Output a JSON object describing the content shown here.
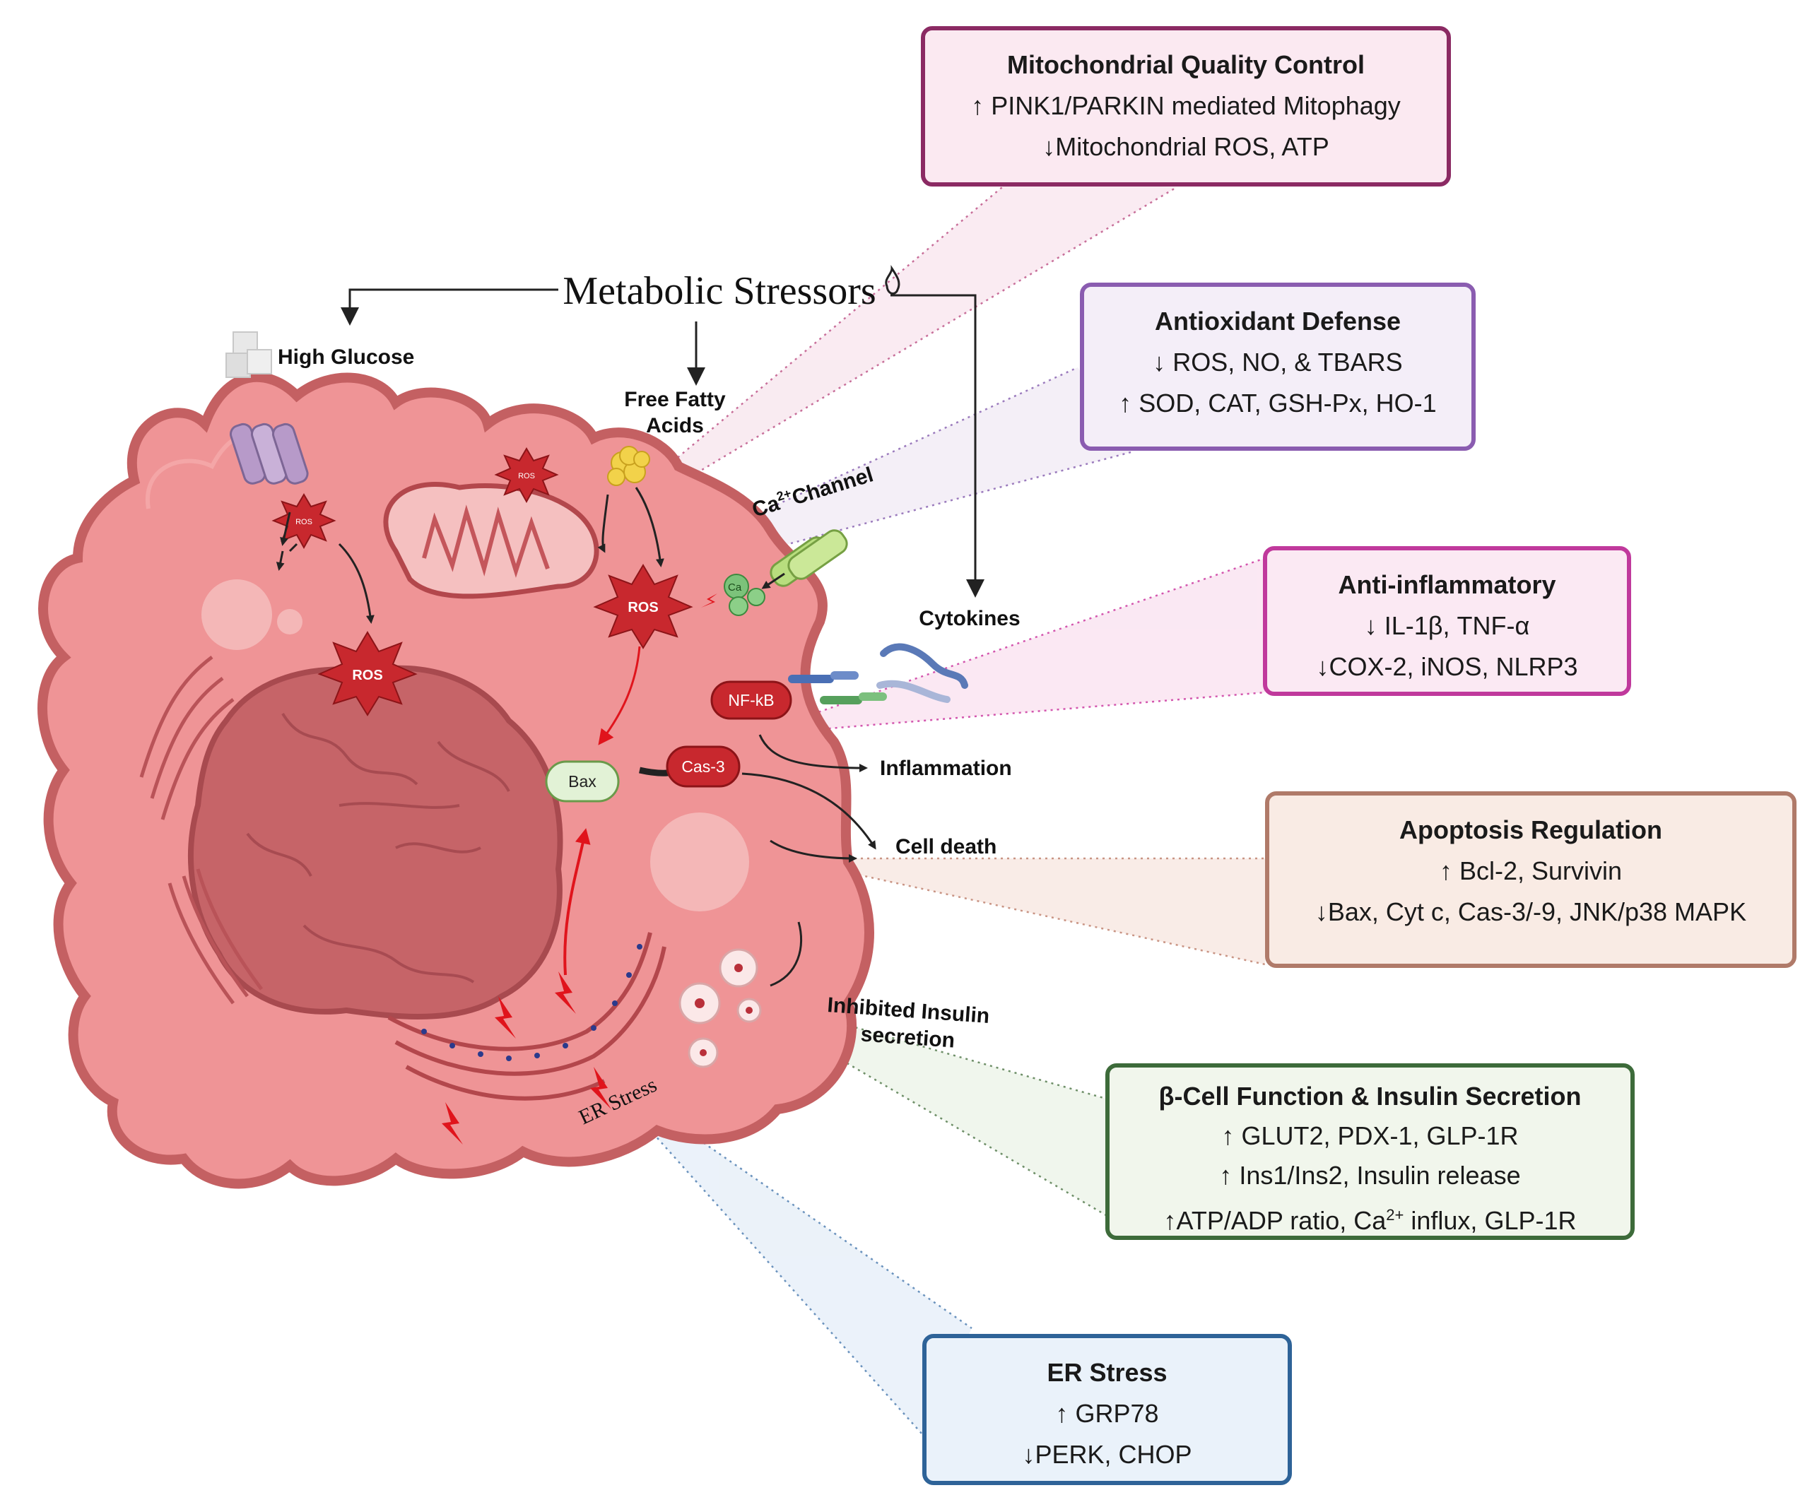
{
  "title": "Metabolic Stressors",
  "stressors": {
    "high_glucose": "High Glucose",
    "ffa_line1": "Free Fatty",
    "ffa_line2": "Acids",
    "cytokines": "Cytokines",
    "ca_channel_prefix": "Ca",
    "ca_channel_sup": "2+",
    "ca_channel_suffix": "Channel"
  },
  "cell_labels": {
    "ros": "ROS",
    "nfkb": "NF-kB",
    "bax": "Bax",
    "cas3": "Cas-3",
    "inflammation": "Inflammation",
    "cell_death": "Cell death",
    "inhibited_line1": "Inhibited Insulin",
    "inhibited_line2": "secretion",
    "er_stress": "ER Stress",
    "ca_ion": "Ca"
  },
  "boxes": {
    "mito": {
      "title": "Mitochondrial Quality Control",
      "line1": "↑ PINK1/PARKIN mediated Mitophagy",
      "line2": "↓Mitochondrial ROS, ATP",
      "border": "#8b2a63",
      "fill": "#fbe9f1"
    },
    "antiox": {
      "title": "Antioxidant Defense",
      "line1": "↓ ROS, NO, & TBARS",
      "line2": "↑ SOD, CAT, GSH-Px, HO-1",
      "border": "#8a5cb0",
      "fill": "#f4eef8"
    },
    "antiinf": {
      "title": "Anti-inflammatory",
      "line1": "↓ IL-1β, TNF-α",
      "line2": "↓COX-2, iNOS, NLRP3",
      "border": "#c0399c",
      "fill": "#fbe9f3"
    },
    "apop": {
      "title": "Apoptosis Regulation",
      "line1": "↑ Bcl-2, Survivin",
      "line2": "↓Bax, Cyt c, Cas-3/-9, JNK/p38 MAPK",
      "border": "#b07a69",
      "fill": "#f9ebe4"
    },
    "beta": {
      "title": "β-Cell Function & Insulin Secretion",
      "line1": "↑ GLUT2, PDX-1, GLP-1R",
      "line2": "↑ Ins1/Ins2, Insulin release",
      "line3_pre": "↑ATP/ADP ratio, Ca",
      "line3_sup": "2+",
      "line3_post": " influx, GLP-1R",
      "border": "#3d6b3a",
      "fill": "#f1f6ec"
    },
    "er": {
      "title": "ER Stress",
      "line1": "↑ GRP78",
      "line2": "↓PERK, CHOP",
      "border": "#2e6398",
      "fill": "#eaf2fa"
    }
  },
  "colors": {
    "cell_fill": "#ef9496",
    "cell_outline": "#c46062",
    "nucleus": "#c66468",
    "ros_red": "#c8282e",
    "arrow_red": "#e0141c"
  }
}
